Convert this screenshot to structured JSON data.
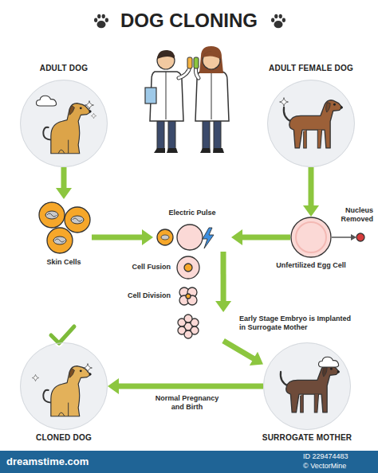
{
  "diagram": {
    "title": "DOG CLONING",
    "nodes": [
      {
        "text": [
          "ADULT DOG"
        ]
      },
      {
        "text": [
          "ADULT FEMALE DOG"
        ]
      },
      {
        "text": [
          "Skin Cells"
        ]
      },
      {
        "text": [
          "Electric Pulse"
        ]
      },
      {
        "text": [
          "Unfertilized Egg Cell"
        ]
      },
      {
        "text": [
          "Nucleus Removed"
        ]
      },
      {
        "text": [
          "Cell Fusion"
        ]
      },
      {
        "text": [
          "Cell Division"
        ]
      },
      {
        "text": [
          "Early Stage Embryo is Implanted in Surrogate Mother"
        ]
      },
      {
        "text": [
          "CLONED DOG"
        ]
      },
      {
        "text": [
          "SURROGATE MOTHER"
        ]
      }
    ],
    "edges": [
      {
        "from": 0,
        "to": 2,
        "arrow": "to"
      },
      {
        "from": 1,
        "to": 4,
        "arrow": "to"
      },
      {
        "from": 4,
        "to": 5,
        "arrow": "to"
      },
      {
        "from": 2,
        "to": 3,
        "arrow": "to"
      },
      {
        "from": 4,
        "to": 3,
        "arrow": "to"
      },
      {
        "from": 3,
        "to": 8,
        "arrow": "to"
      },
      {
        "from": 8,
        "to": 10,
        "arrow": "to"
      },
      {
        "from": 10,
        "to": 9,
        "label": "Normal Pregnancy and Birth",
        "arrow": "to"
      }
    ],
    "labels": [
      "dreamstime.com",
      "ID 229474483",
      "© VectorMine"
    ]
  }
}
